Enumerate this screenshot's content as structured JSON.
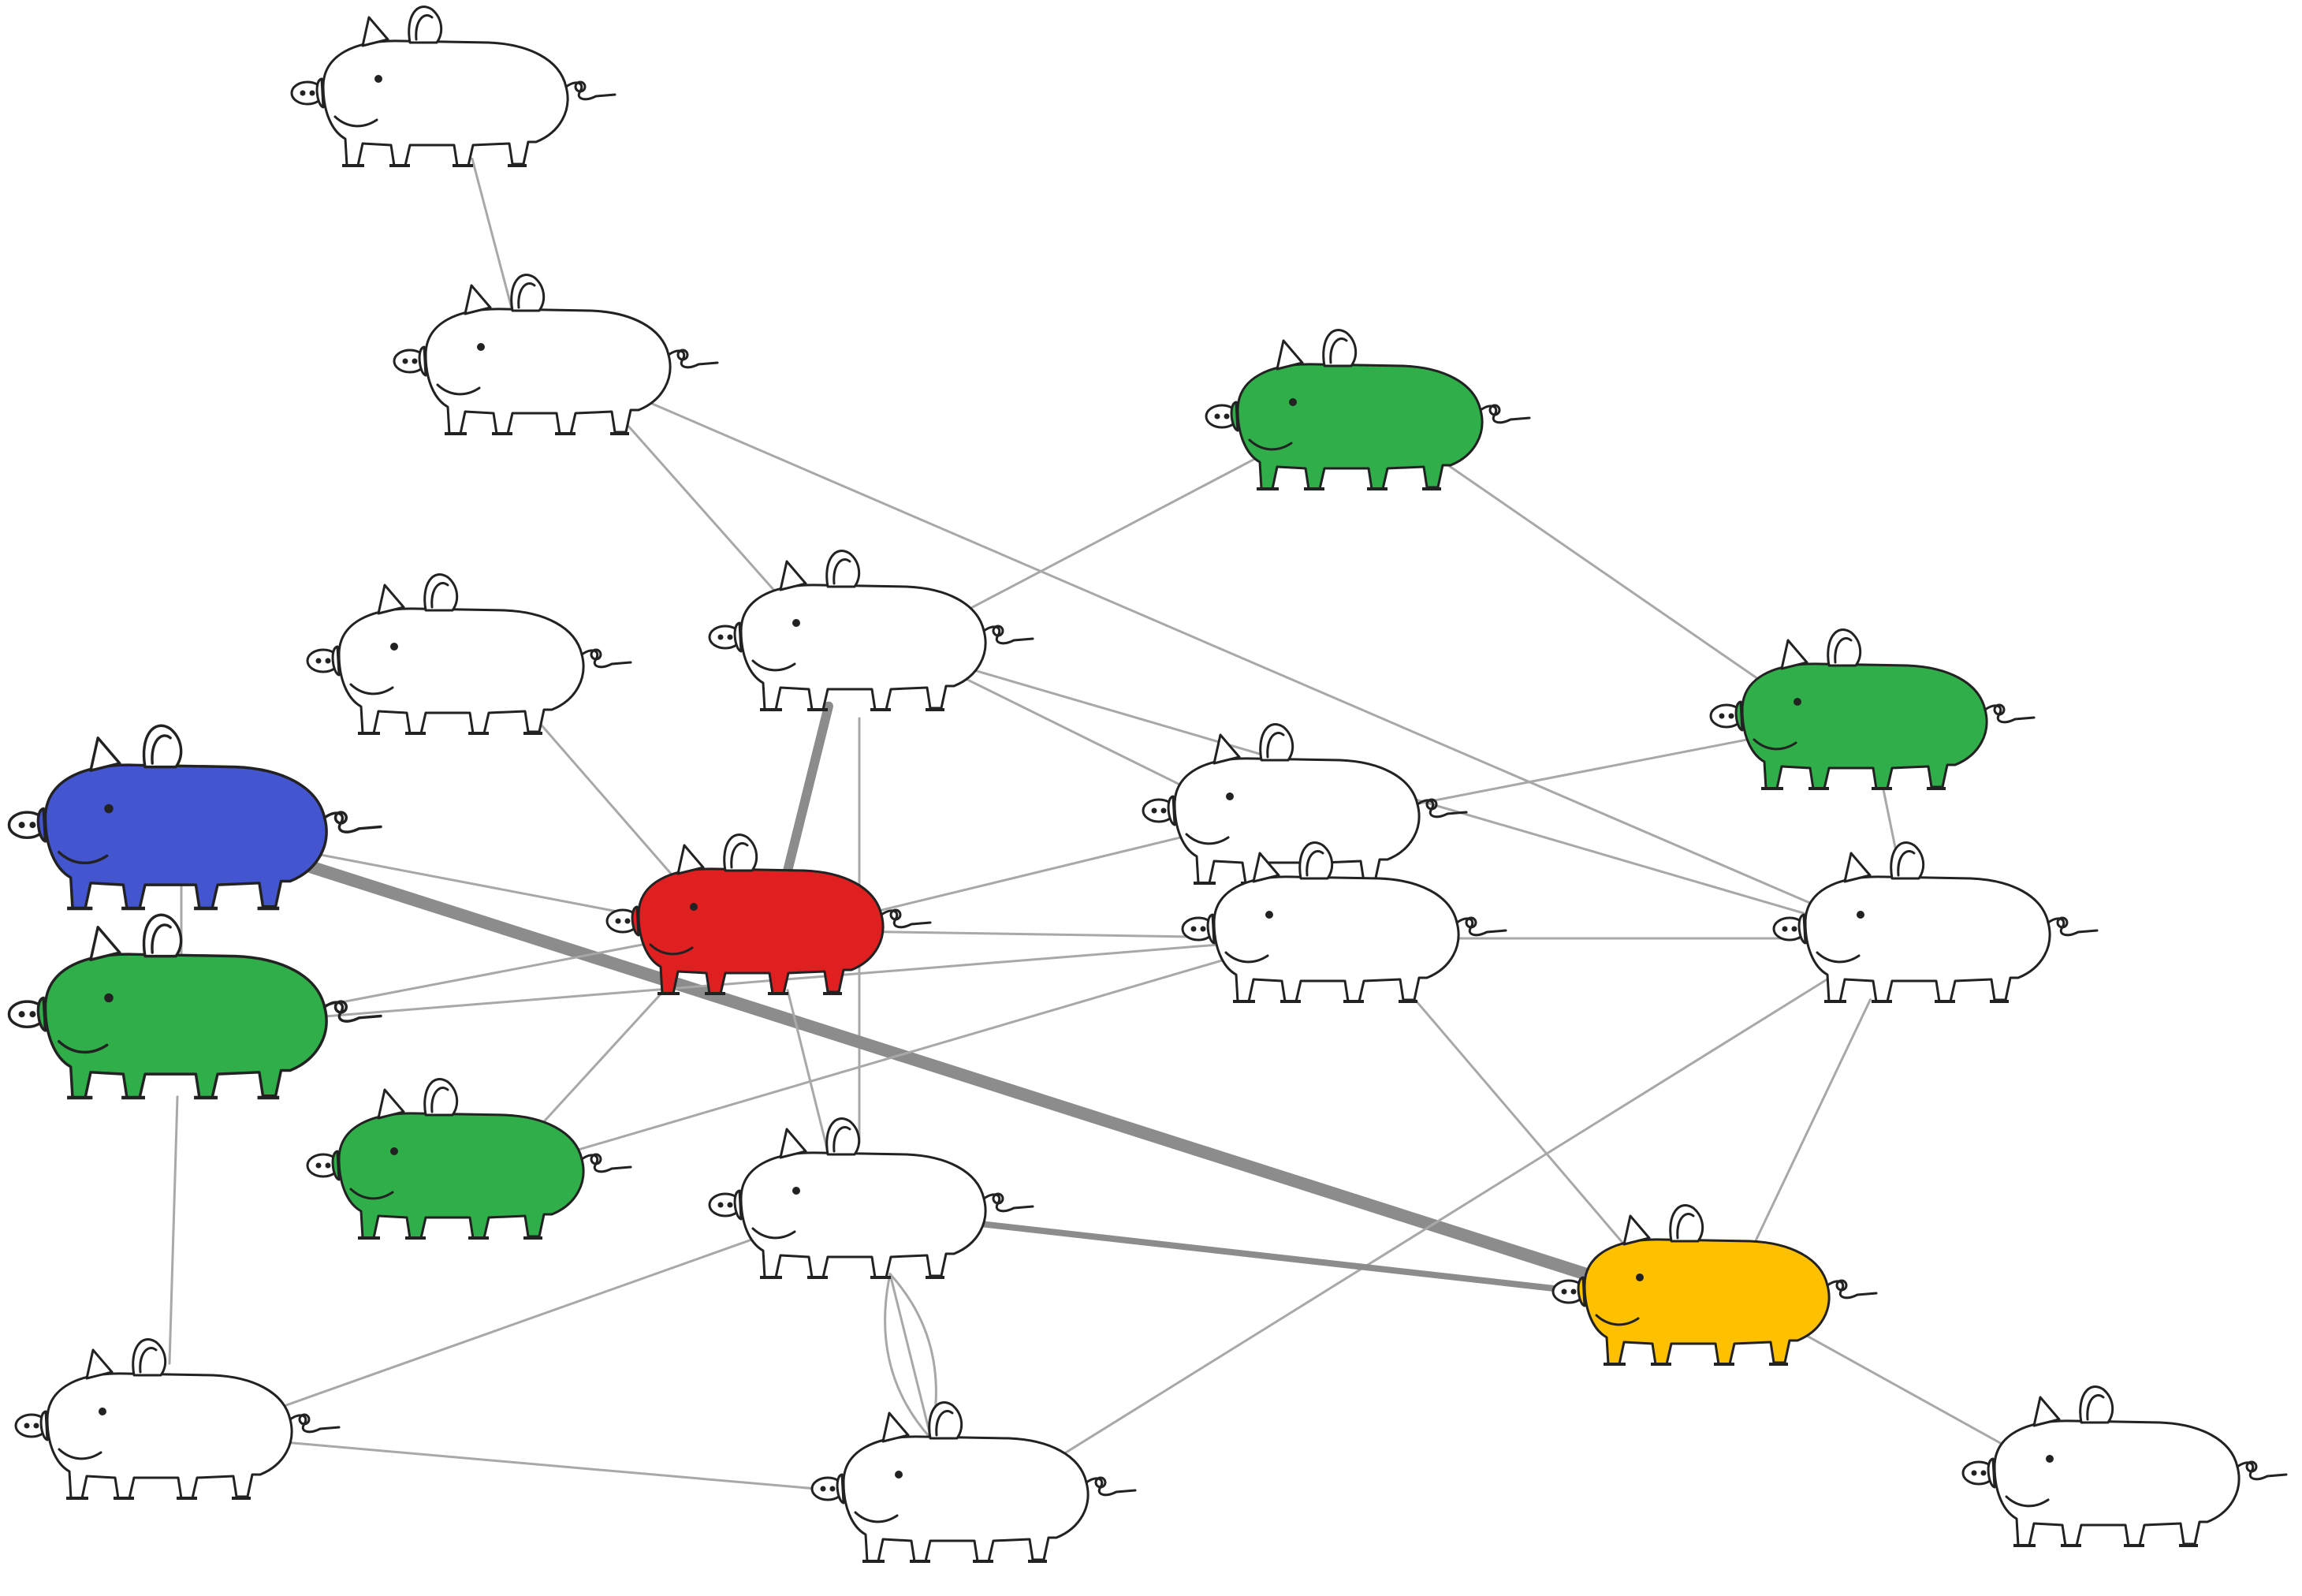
{
  "diagram": {
    "type": "network",
    "edge_color": "#a8a8a8",
    "strong_edge_color": "#8c8c8c",
    "background": "#ffffff",
    "node_icon": "pig-icon",
    "nodes": [
      {
        "id": "p1",
        "color": "#ffffff"
      },
      {
        "id": "p2",
        "color": "#ffffff"
      },
      {
        "id": "p3",
        "color": "#2fae4a"
      },
      {
        "id": "p4",
        "color": "#ffffff"
      },
      {
        "id": "p5",
        "color": "#ffffff"
      },
      {
        "id": "p6",
        "color": "#2fae4a"
      },
      {
        "id": "p7",
        "color": "#4455d0"
      },
      {
        "id": "p8",
        "color": "#e02020"
      },
      {
        "id": "p9",
        "color": "#ffffff"
      },
      {
        "id": "p10",
        "color": "#ffffff"
      },
      {
        "id": "p11",
        "color": "#ffffff"
      },
      {
        "id": "p12",
        "color": "#2fae4a"
      },
      {
        "id": "p13",
        "color": "#2fae4a"
      },
      {
        "id": "p14",
        "color": "#ffffff"
      },
      {
        "id": "p15",
        "color": "#ffc000"
      },
      {
        "id": "p16",
        "color": "#ffffff"
      },
      {
        "id": "p17",
        "color": "#ffffff"
      },
      {
        "id": "p18",
        "color": "#ffffff"
      }
    ],
    "edges": [
      {
        "from": "p1",
        "to": "p2",
        "weight": 1
      },
      {
        "from": "p2",
        "to": "p5",
        "weight": 1
      },
      {
        "from": "p2",
        "to": "p11",
        "weight": 1
      },
      {
        "from": "p3",
        "to": "p5",
        "weight": 1
      },
      {
        "from": "p3",
        "to": "p6",
        "weight": 1
      },
      {
        "from": "p5",
        "to": "p8",
        "weight": 3
      },
      {
        "from": "p5",
        "to": "p14",
        "weight": 1
      },
      {
        "from": "p5",
        "to": "p9",
        "weight": 1
      },
      {
        "from": "p5",
        "to": "p11",
        "weight": 1
      },
      {
        "from": "p4",
        "to": "p8",
        "weight": 1
      },
      {
        "from": "p7",
        "to": "p8",
        "weight": 1
      },
      {
        "from": "p7",
        "to": "p12",
        "weight": 1
      },
      {
        "from": "p7",
        "to": "p15",
        "weight": 4
      },
      {
        "from": "p12",
        "to": "p8",
        "weight": 1
      },
      {
        "from": "p12",
        "to": "p10",
        "weight": 1
      },
      {
        "from": "p12",
        "to": "p16",
        "weight": 1
      },
      {
        "from": "p8",
        "to": "p10",
        "weight": 1
      },
      {
        "from": "p8",
        "to": "p9",
        "weight": 1
      },
      {
        "from": "p8",
        "to": "p13",
        "weight": 1
      },
      {
        "from": "p8",
        "to": "p14",
        "weight": 1
      },
      {
        "from": "p13",
        "to": "p10",
        "weight": 1
      },
      {
        "from": "p10",
        "to": "p11",
        "weight": 1
      },
      {
        "from": "p10",
        "to": "p15",
        "weight": 1
      },
      {
        "from": "p6",
        "to": "p9",
        "weight": 1
      },
      {
        "from": "p6",
        "to": "p11",
        "weight": 1
      },
      {
        "from": "p11",
        "to": "p15",
        "weight": 1
      },
      {
        "from": "p11",
        "to": "p17",
        "weight": 1
      },
      {
        "from": "p14",
        "to": "p15",
        "weight": 2
      },
      {
        "from": "p14",
        "to": "p16",
        "weight": 1
      },
      {
        "from": "p14",
        "to": "p17",
        "weight": 1
      },
      {
        "from": "p14",
        "to": "p17",
        "weight": 1
      },
      {
        "from": "p14",
        "to": "p17",
        "weight": 1
      },
      {
        "from": "p16",
        "to": "p17",
        "weight": 1
      },
      {
        "from": "p15",
        "to": "p18",
        "weight": 1
      }
    ]
  }
}
